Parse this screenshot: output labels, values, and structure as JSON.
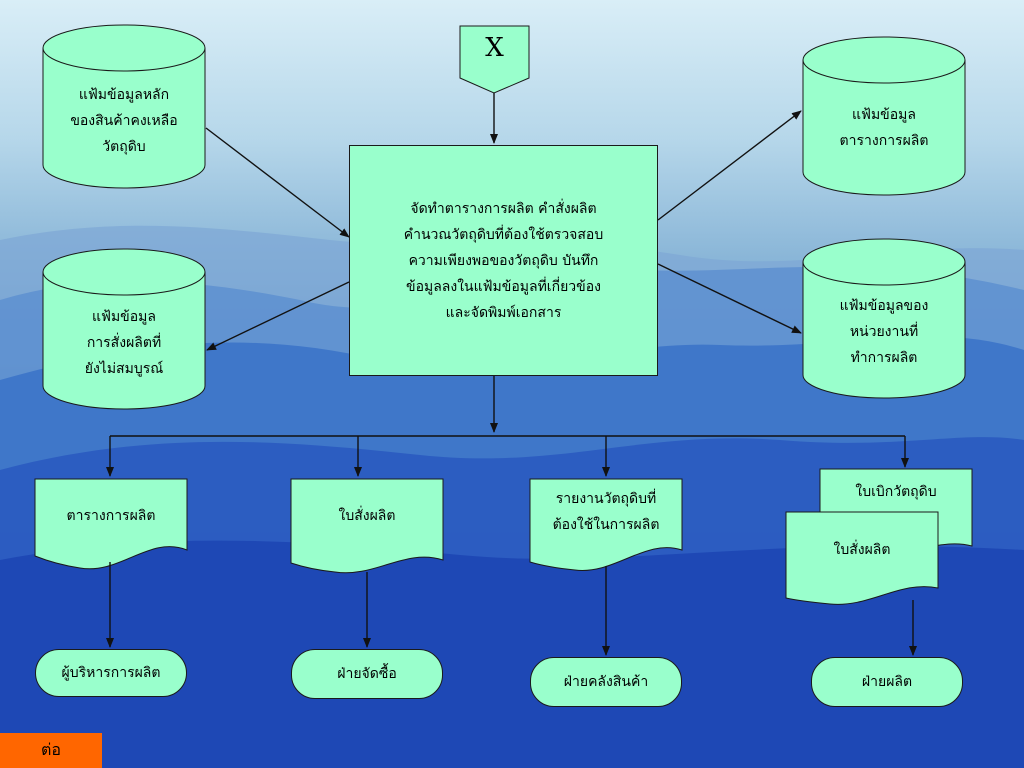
{
  "colors": {
    "node_fill": "#99ffcc",
    "stroke": "#1a1a1a",
    "next_button": "#ff6600"
  },
  "connector": {
    "label": "X"
  },
  "process": {
    "text": "จัดทำตารางการผลิต คำสั่งผลิต\nคำนวณวัตถุดิบที่ต้องใช้ตรวจสอบ\nความเพียงพอของวัตถุดิบ บันทึก\nข้อมูลลงในแฟ้มข้อมูลที่เกี่ยวข้อง\nและจัดพิมพ์เอกสาร"
  },
  "databases": {
    "master_stock": "แฟ้มข้อมูลหลัก\nของสินค้าคงเหลือ\nวัตถุดิบ",
    "pending_orders": "แฟ้มข้อมูล\nการสั่งผลิตที่\nยังไม่สมบูรณ์",
    "production_schedule": "แฟ้มข้อมูล\nตารางการผลิต",
    "production_units": "แฟ้มข้อมูลของ\nหน่วยงานที่\nทำการผลิต"
  },
  "documents": {
    "schedule": "ตารางการผลิต",
    "order": "ใบสั่งผลิต",
    "material_report": "รายงานวัตถุดิบที่\nต้องใช้ในการผลิต",
    "requisition": "ใบเบิกวัตถุดิบ",
    "order_copy": "ใบสั่งผลิต"
  },
  "destinations": {
    "manager": "ผู้บริหารการผลิต",
    "purchasing": "ฝ่ายจัดซื้อ",
    "warehouse": "ฝ่ายคลังสินค้า",
    "production": "ฝ่ายผลิต"
  },
  "nav": {
    "next_label": "ต่อ"
  }
}
